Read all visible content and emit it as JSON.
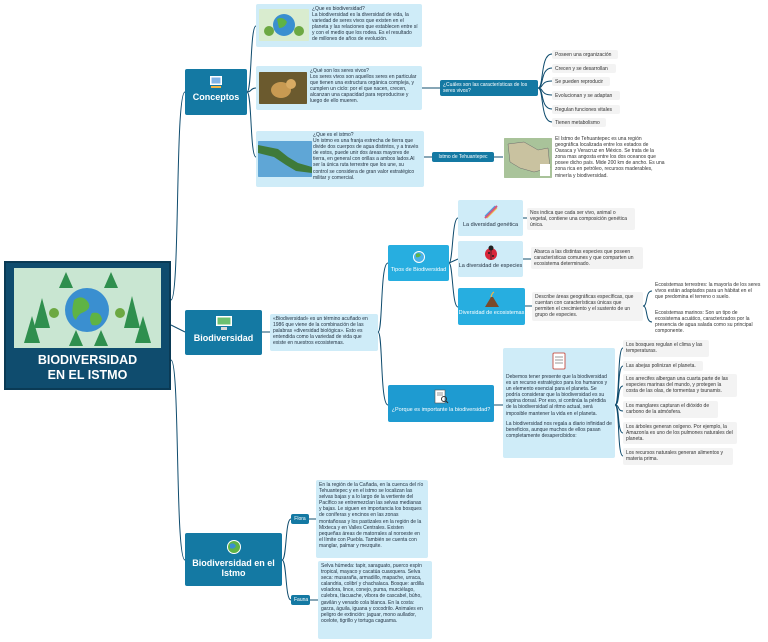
{
  "root": {
    "title_line1": "BIODIVERSIDAD",
    "title_line2": "EN EL ISTMO"
  },
  "conceptos": {
    "label": "Conceptos",
    "biodiversidad_note": "¿Que es biodiversidad?\nLa biodiversidad es la diversidad de vida, la variedad de seres vivos que existen en el planeta y las relaciones que establecen entre sí y con el medio que los rodea. Es el resultado de millones de años de evolución.",
    "seres_note": "¿Qué son los seres vivos?\nLos seres vivos son aquellos seres en particular que tienen una estructura orgánica compleja, y cumplen un ciclo: por el que nacen, crecen, alcanzan una capacidad para reproducirse y luego de ello mueren.",
    "istmo_note": "¿Que es el istmo?\nUn istmo es una franja estrecha de tierra que divide dos cuerpos de agua distintos, y a través de estos, puede unir dos áreas mayores de tierra, en general con orillas a ambos lados.Al ser la única ruta terrestre que los une, su control se considera de gran valor estratégico militar y comercial.",
    "caracteristicas_label": "¿Cuáles son las características de los seres vivos?",
    "caracteristicas": [
      "Poseen una organización",
      "Crecen y se desarrollan",
      "Se pueden reproducir",
      "Evolucionan y se adaptan",
      "Regulan funciones vitales",
      "Tienen metabolismo"
    ],
    "tehuantepec_label": "Istmo de Tehuantepec",
    "tehuantepec_note": "El Istmo de Tehuantepec es una región geográfica localizada entre los estados de Oaxaca y Veracruz en México. Se trata de la zona mas angosta entre los dos oceanos que posee dicho país. Mide 200 km de ancho. Es una zona rica en petróleo, recursos maderables, minería y biodiversidad."
  },
  "biodiversidad": {
    "label": "Biodiversidad",
    "note": "«Biodiversidad» es un término acuñado en 1986 que viene de la combinación de las palabras «diversidad biológica». Esto es entendida como la variedad de vida que existe en nuestros ecosistemas.",
    "tipos_label": "Tipos de Biodiversidad",
    "genetica_label": "La diversidad genética",
    "genetica_note": "Nos indica que cada ser vivo, animal o vegetal, contiene una composición genética única.",
    "especies_label": "La diversidad de especies",
    "especies_note": "Abarca a las distintas especies que poseen características comunes y que comparten un ecosistema determinado.",
    "ecosistemas_label": "Diversidad de ecosistemas",
    "ecosistemas_note": "Describe áreas geográficas específicas, que cuentan con características únicas que permiten el crecimiento y el sustento de un grupo de especies.",
    "eco_terrestres": "Ecosistemas terrestres: la mayoría de los seres vivos están adaptados para un hábitat en el que predomina el terreno o suelo.",
    "eco_marinos": "Ecosistemas marinos: Son un tipo de ecosistema acuático, caracterizados por la presencia de agua salada como su principal componente.",
    "importante_label": "¿Porque es importante la biodiversidad?",
    "importante_note_1": "Debemos tener presente que la biodiversidad es un recurso estratégico para los humanos y un elemento esencial para el planeta. Se podría considerar que la biodiversidad es su espina dorsal. Por eso, si continúa la pérdida de la biodiversidad al ritmo actual, será imposible mantener la vida en el planeta.",
    "importante_note_2": "La biodiversidad nos regala a diario infinidad de beneficios, aunque muchos de ellos pasan completamente desapercibidos:",
    "beneficios": [
      "Los bosques regulan el clima y las temperaturas.",
      "Las abejas polinizan el planeta.",
      "Los arrecifes albergan una cuarta parte de las especies marinas del mundo, y protegen la costa de las olas, de tormentas y tsunamis.",
      "Los manglares capturan el dióxido de carbono de la atmósfera.",
      "Los árboles generan oxígeno. Por ejemplo, la Amazonía es uno de los pulmones naturales del planeta.",
      "Los recursos naturales generan alimentos y materia prima."
    ]
  },
  "istmo": {
    "label_line1": "Biodiversidad en el",
    "label_line2": "Istmo",
    "flora_label": "Flora",
    "flora_note": "En la región de la Cañada, en la cuenca del río Tehuantepec y en el istmo se localizan las selvas bajas y a lo largo de la vertiente del Pacífico se entremezclan las selvas medianas y bajas. Le siguen en importancia los bosques de coníferas y encinos en las zonas montañosas y los pastizales en la región de la Mixteca y en Valles Centrales. Existen pequeñas áreas de matorrales al noroeste en el límite con Puebla. También se cuenta con manglar, palmar y mezquite.",
    "fauna_label": "Fauna",
    "fauna_note": "Selva húmeda: tapir, saraguato, puerco espín tropical, mayaco y cacatúa cuaxquera. Selva seca: musaraña, armadillo, mapache, urraca, calandria, colibrí y chachalaca. Bosque: ardilla voladora, lince, conejo, puma, murciélago, culebra, tlacuache, víbora de cascabel, búho, gavilán y venado cola blanca. En la costa: garza, águila, iguana y cocodrilo. Animales en peligro de extinción: jaguar, mono aullador, ocelote, tigrillo y tortuga caguama."
  },
  "colors": {
    "dark": "#0f4c6e",
    "main": "#1479a3",
    "sub": "#27aee0",
    "note": "#cfecf8",
    "leaf": "#f3f3f3",
    "line": "#0f4c6e"
  }
}
